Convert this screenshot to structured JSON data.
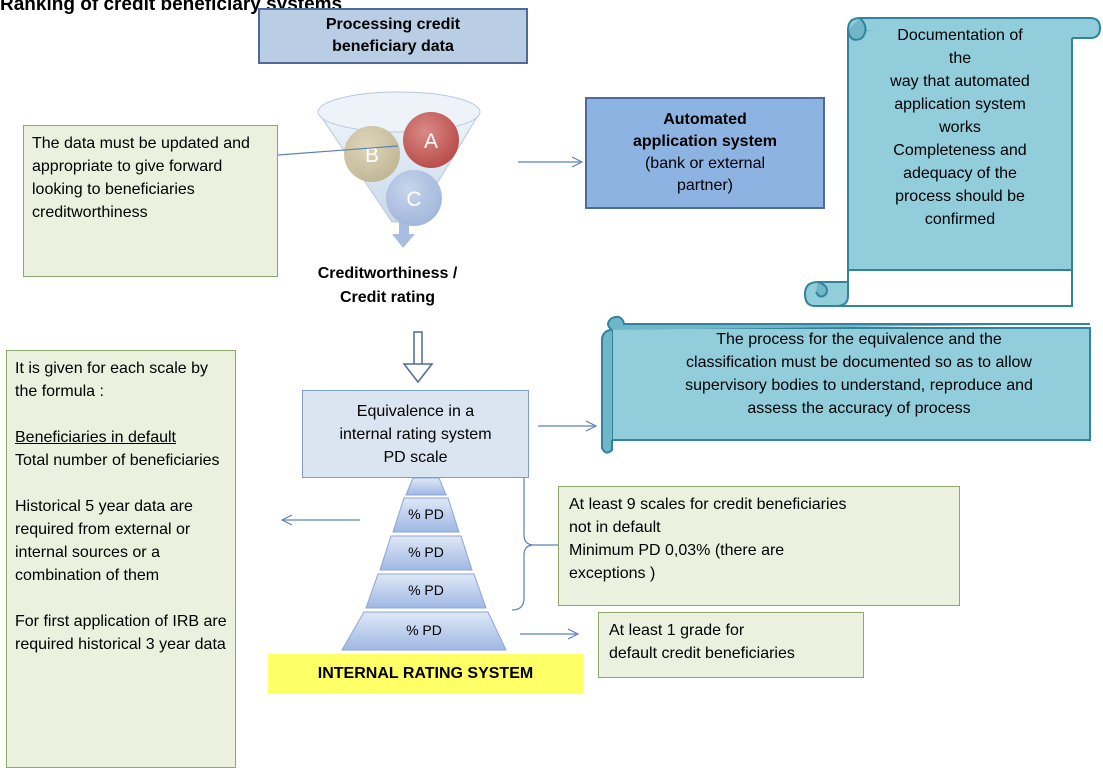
{
  "page_title": "Ranking of credit beneficiary systems",
  "header": {
    "label_line1": "Processing credit",
    "label_line2": "beneficiary data"
  },
  "funnel": {
    "circles": [
      "A",
      "B",
      "C"
    ]
  },
  "data_note": {
    "text": "The data must be updated and appropriate to give forward looking to beneficiaries creditworthiness"
  },
  "automated_system": {
    "title_line1": "Automated",
    "title_line2": "application system",
    "subtitle_line1": "(bank  or external",
    "subtitle_line2": "partner)"
  },
  "documentation_scroll": {
    "lines": [
      "Documentation  of",
      "the",
      "way  that automated",
      "application  system",
      "works",
      "Completeness and",
      "adequacy of the",
      "process should be",
      "confirmed"
    ]
  },
  "credit_rating": {
    "line1": "Creditworthiness /",
    "line2": "Credit rating"
  },
  "process_scroll": {
    "lines": [
      "The  process for the equivalence and the",
      "classification  must be documented so as to allow",
      "supervisory  bodies to understand, reproduce and",
      "assess the accuracy of process"
    ]
  },
  "left_note": {
    "intro": "It is given for each scale by the formula :",
    "numerator": "Beneficiaries in default",
    "denominator": "Total number of beneficiaries",
    "historical": "Historical 5 year data are required from external or internal  sources or a combination of  them",
    "first_application": "For  first application of IRB  are required historical 3 year data"
  },
  "equivalence": {
    "line1": "Equivalence  in  a",
    "line2": "internal rating system",
    "line3": "PD  scale"
  },
  "pyramid": {
    "labels": [
      "% PD",
      "% PD",
      "% PD",
      "%  PD"
    ]
  },
  "scales_note": {
    "line1": "At least 9 scales for credit beneficiaries",
    "line2": "not in default",
    "line3": "Minimum PD 0,03% (there are",
    "line4": "exceptions )"
  },
  "grade_note": {
    "line1": "At least 1 grade for",
    "line2": "default credit beneficiaries"
  },
  "internal_rating_label": "INTERNAL RATING SYSTEM",
  "colors": {
    "green_box": "#ebf1de",
    "blue_box": "#8db3e2",
    "header_box": "#b9cde5",
    "scroll": "#92cddc",
    "yellow": "#ffff66"
  }
}
